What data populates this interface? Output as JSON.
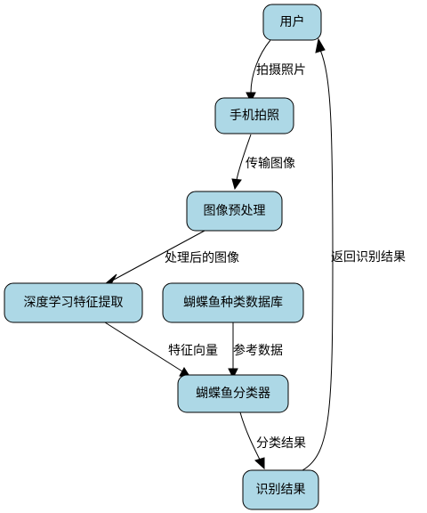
{
  "diagram": {
    "nodes": {
      "user": "用户",
      "phone_photo": "手机拍照",
      "preprocess": "图像预处理",
      "deep_feature": "深度学习特征提取",
      "species_db": "蝴蝶鱼种类数据库",
      "classifier": "蝴蝶鱼分类器",
      "result": "识别结果"
    },
    "edges": {
      "take_photo": "拍摄照片",
      "transfer_image": "传输图像",
      "processed_image": "处理后的图像",
      "feature_vector": "特征向量",
      "reference_data": "参考数据",
      "classification_result": "分类结果",
      "return_result": "返回识别结果"
    },
    "colors": {
      "node_fill": "#add8e6",
      "stroke": "#000000"
    }
  }
}
